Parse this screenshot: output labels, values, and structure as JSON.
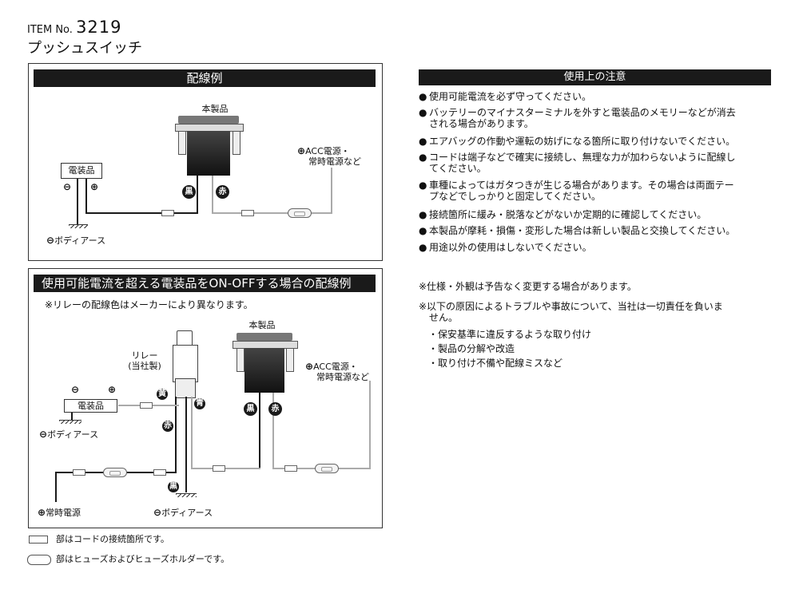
{
  "header": {
    "item_label": "ITEM No.",
    "item_number": "3219",
    "product_name": "プッシュスイッチ"
  },
  "panel1": {
    "title": "配線例",
    "product_label": "本製品",
    "device_label": "電装品",
    "minus_symbol": "⊖",
    "plus_symbol": "⊕",
    "black_marker": "黒",
    "red_marker": "赤",
    "acc_line1": "ACC電源・",
    "acc_line2": "常時電源など",
    "ground_label": "ボディアース"
  },
  "panel2": {
    "title": "使用可能電流を超える電装品をON-OFFする場合の配線例",
    "note": "※リレーの配線色はメーカーにより異なります。",
    "relay_line1": "リレー",
    "relay_line2": "(当社製)",
    "product_label": "本製品",
    "device_label": "電装品",
    "yellow_marker": "黄",
    "blue_marker": "青",
    "red_marker": "赤",
    "black_marker": "黒",
    "product_black_marker": "黒",
    "product_red_marker": "赤",
    "acc_line1": "ACC電源・",
    "acc_line2": "常時電源など",
    "ground_label": "ボディアース",
    "ground_label2": "ボディアース",
    "constant_power": "常時電源"
  },
  "notes": {
    "title": "使用上の注意",
    "items": [
      {
        "l1": "使用可能電流を必ず守ってください。",
        "l2": ""
      },
      {
        "l1": "バッテリーのマイナスターミナルを外すと電装品のメモリーなどが消去",
        "l2": "される場合があります。"
      },
      {
        "l1": "エアバッグの作動や運転の妨げになる箇所に取り付けないでください。",
        "l2": ""
      },
      {
        "l1": "コードは端子などで確実に接続し、無理な力が加わらないように配線し",
        "l2": "てください。"
      },
      {
        "l1": "車種によってはガタつきが生じる場合があります。その場合は両面テー",
        "l2": "プなどでしっかりと固定してください。"
      },
      {
        "l1": "接続箇所に緩み・脱落などがないか定期的に確認してください。",
        "l2": ""
      },
      {
        "l1": "本製品が摩耗・損傷・変形した場合は新しい製品と交換してください。",
        "l2": ""
      },
      {
        "l1": "用途以外の使用はしないでください。",
        "l2": ""
      }
    ],
    "bullet": "●"
  },
  "remarks": {
    "spec": "※仕様・外観は予告なく変更する場合があります。",
    "liability_l1": "※以下の原因によるトラブルや事故について、当社は一切責任を負いま",
    "liability_l2": "せん。",
    "causes": [
      "・保安基準に違反するような取り付け",
      "・製品の分解や改造",
      "・取り付け不備や配線ミスなど"
    ]
  },
  "legend": {
    "connection": "部はコードの接続箇所です。",
    "fuse": "部はヒューズおよびヒューズホルダーです。"
  }
}
